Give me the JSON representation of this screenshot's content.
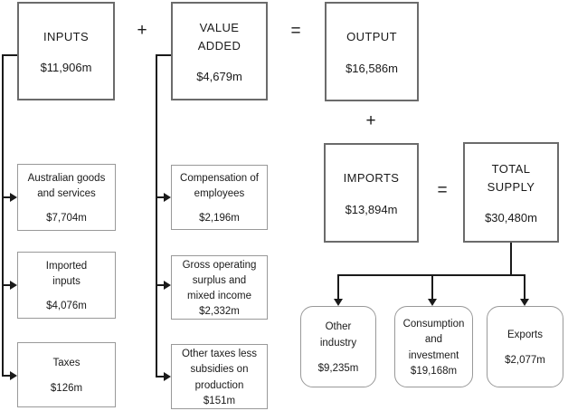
{
  "operators": {
    "plus_top": "+",
    "equals_top": "=",
    "plus_supply": "+",
    "equals_supply": "="
  },
  "equation_top": {
    "inputs": {
      "title": "INPUTS",
      "amount": "$11,906m"
    },
    "value_added": {
      "title": "VALUE\nADDED",
      "amount": "$4,679m"
    },
    "output": {
      "title": "OUTPUT",
      "amount": "$16,586m"
    }
  },
  "equation_supply": {
    "imports": {
      "title": "IMPORTS",
      "amount": "$13,894m"
    },
    "total_supply": {
      "title": "TOTAL\nSUPPLY",
      "amount": "$30,480m"
    }
  },
  "input_components": [
    {
      "title": "Australian goods\nand services",
      "amount": "$7,704m"
    },
    {
      "title": "Imported\ninputs",
      "amount": "$4,076m"
    },
    {
      "title": "Taxes",
      "amount": "$126m"
    }
  ],
  "value_added_components": [
    {
      "title": "Compensation of\nemployees",
      "amount": "$2,196m"
    },
    {
      "title": "Gross operating\nsurplus and\nmixed income",
      "amount": "$2,332m"
    },
    {
      "title": "Other taxes less\nsubsidies on\nproduction",
      "amount": "$151m"
    }
  ],
  "supply_destinations": [
    {
      "title": "Other\nindustry",
      "amount": "$9,235m"
    },
    {
      "title": "Consumption\nand\ninvestment",
      "amount": "$19,168m"
    },
    {
      "title": "Exports",
      "amount": "$2,077m"
    }
  ]
}
